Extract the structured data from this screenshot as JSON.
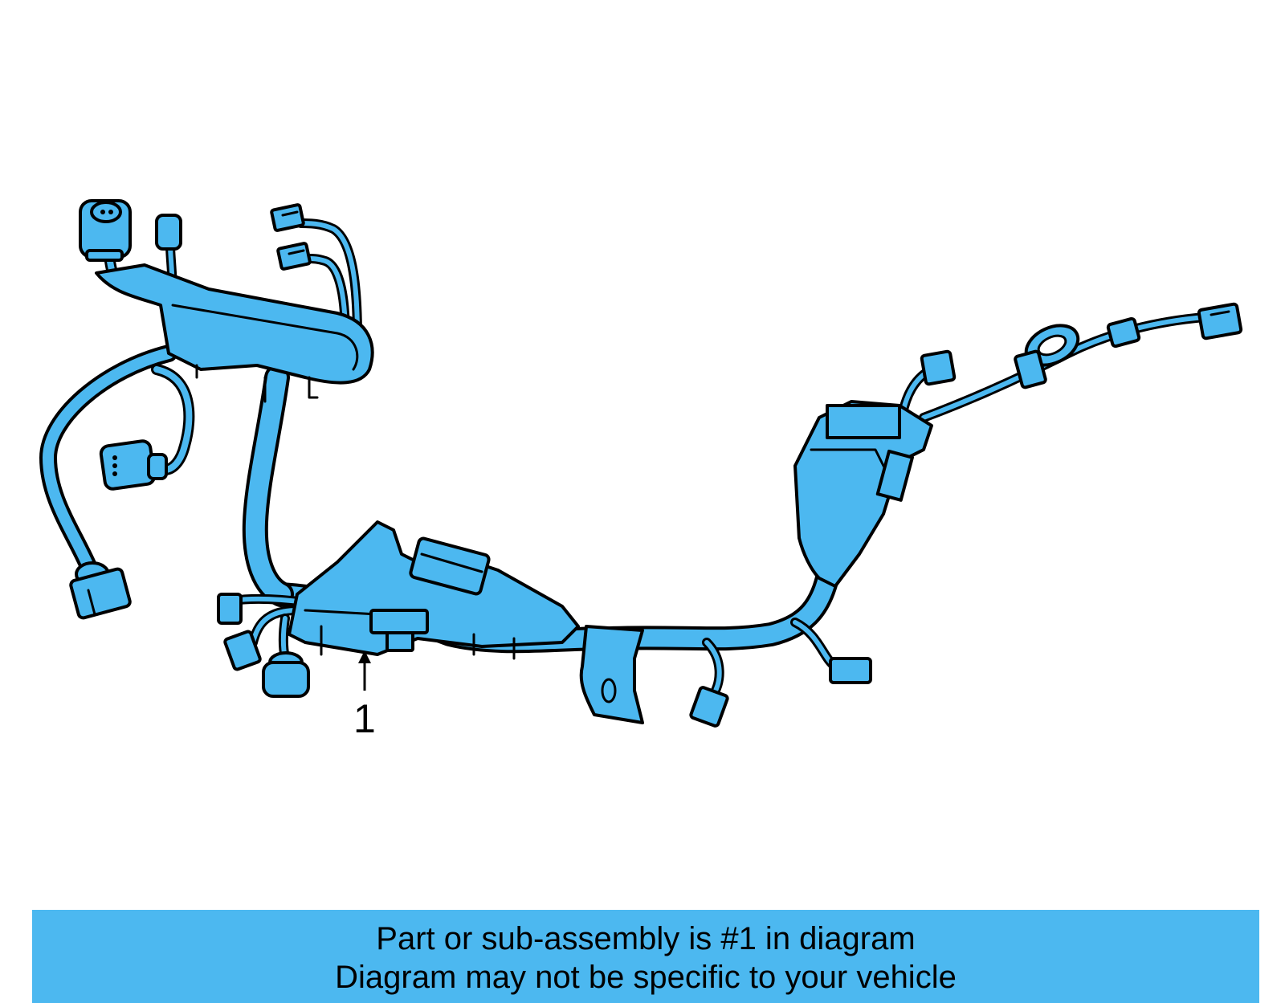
{
  "diagram": {
    "part_label": "1",
    "fill_color": "#4cb8f0",
    "outline_color": "#000000"
  },
  "banner": {
    "line1": "Part or sub-assembly is #1 in diagram",
    "line2": "Diagram may not be specific to your vehicle",
    "background_color": "#4cb8f0"
  }
}
